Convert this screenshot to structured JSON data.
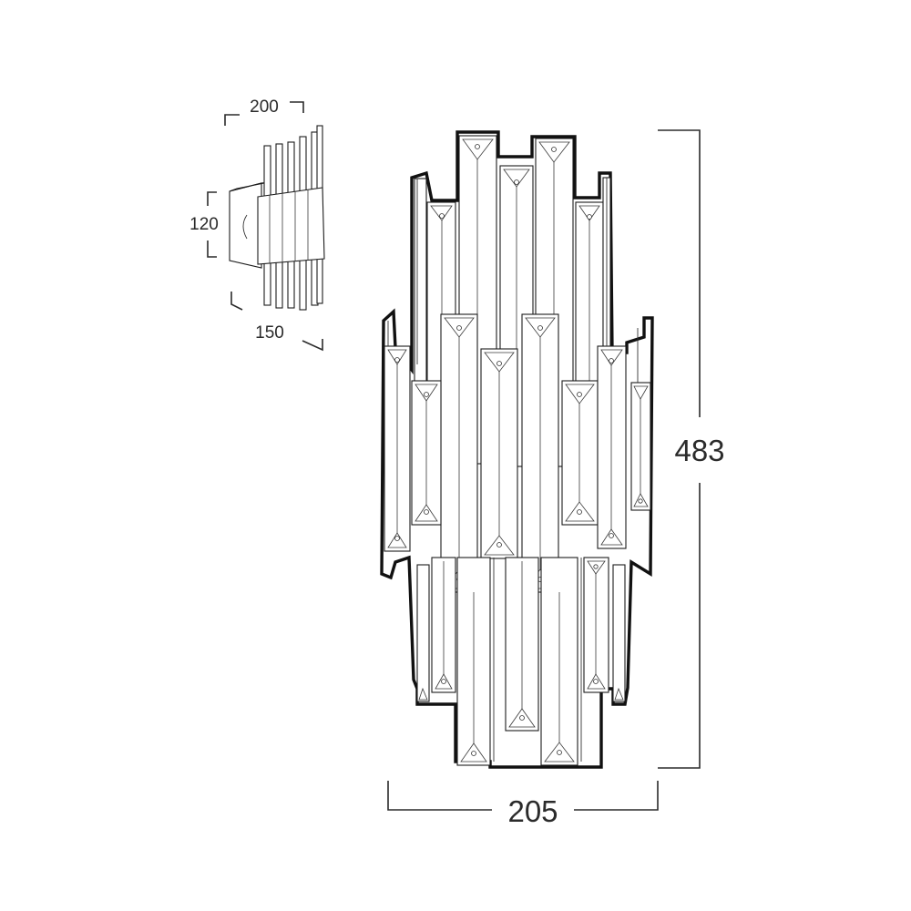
{
  "dimensions": {
    "small_width": "200",
    "small_height": "120",
    "small_depth": "150",
    "main_height": "483",
    "main_width": "205"
  },
  "colors": {
    "line": "#111111",
    "dimension": "#2b2b2b",
    "background": "#ffffff"
  }
}
